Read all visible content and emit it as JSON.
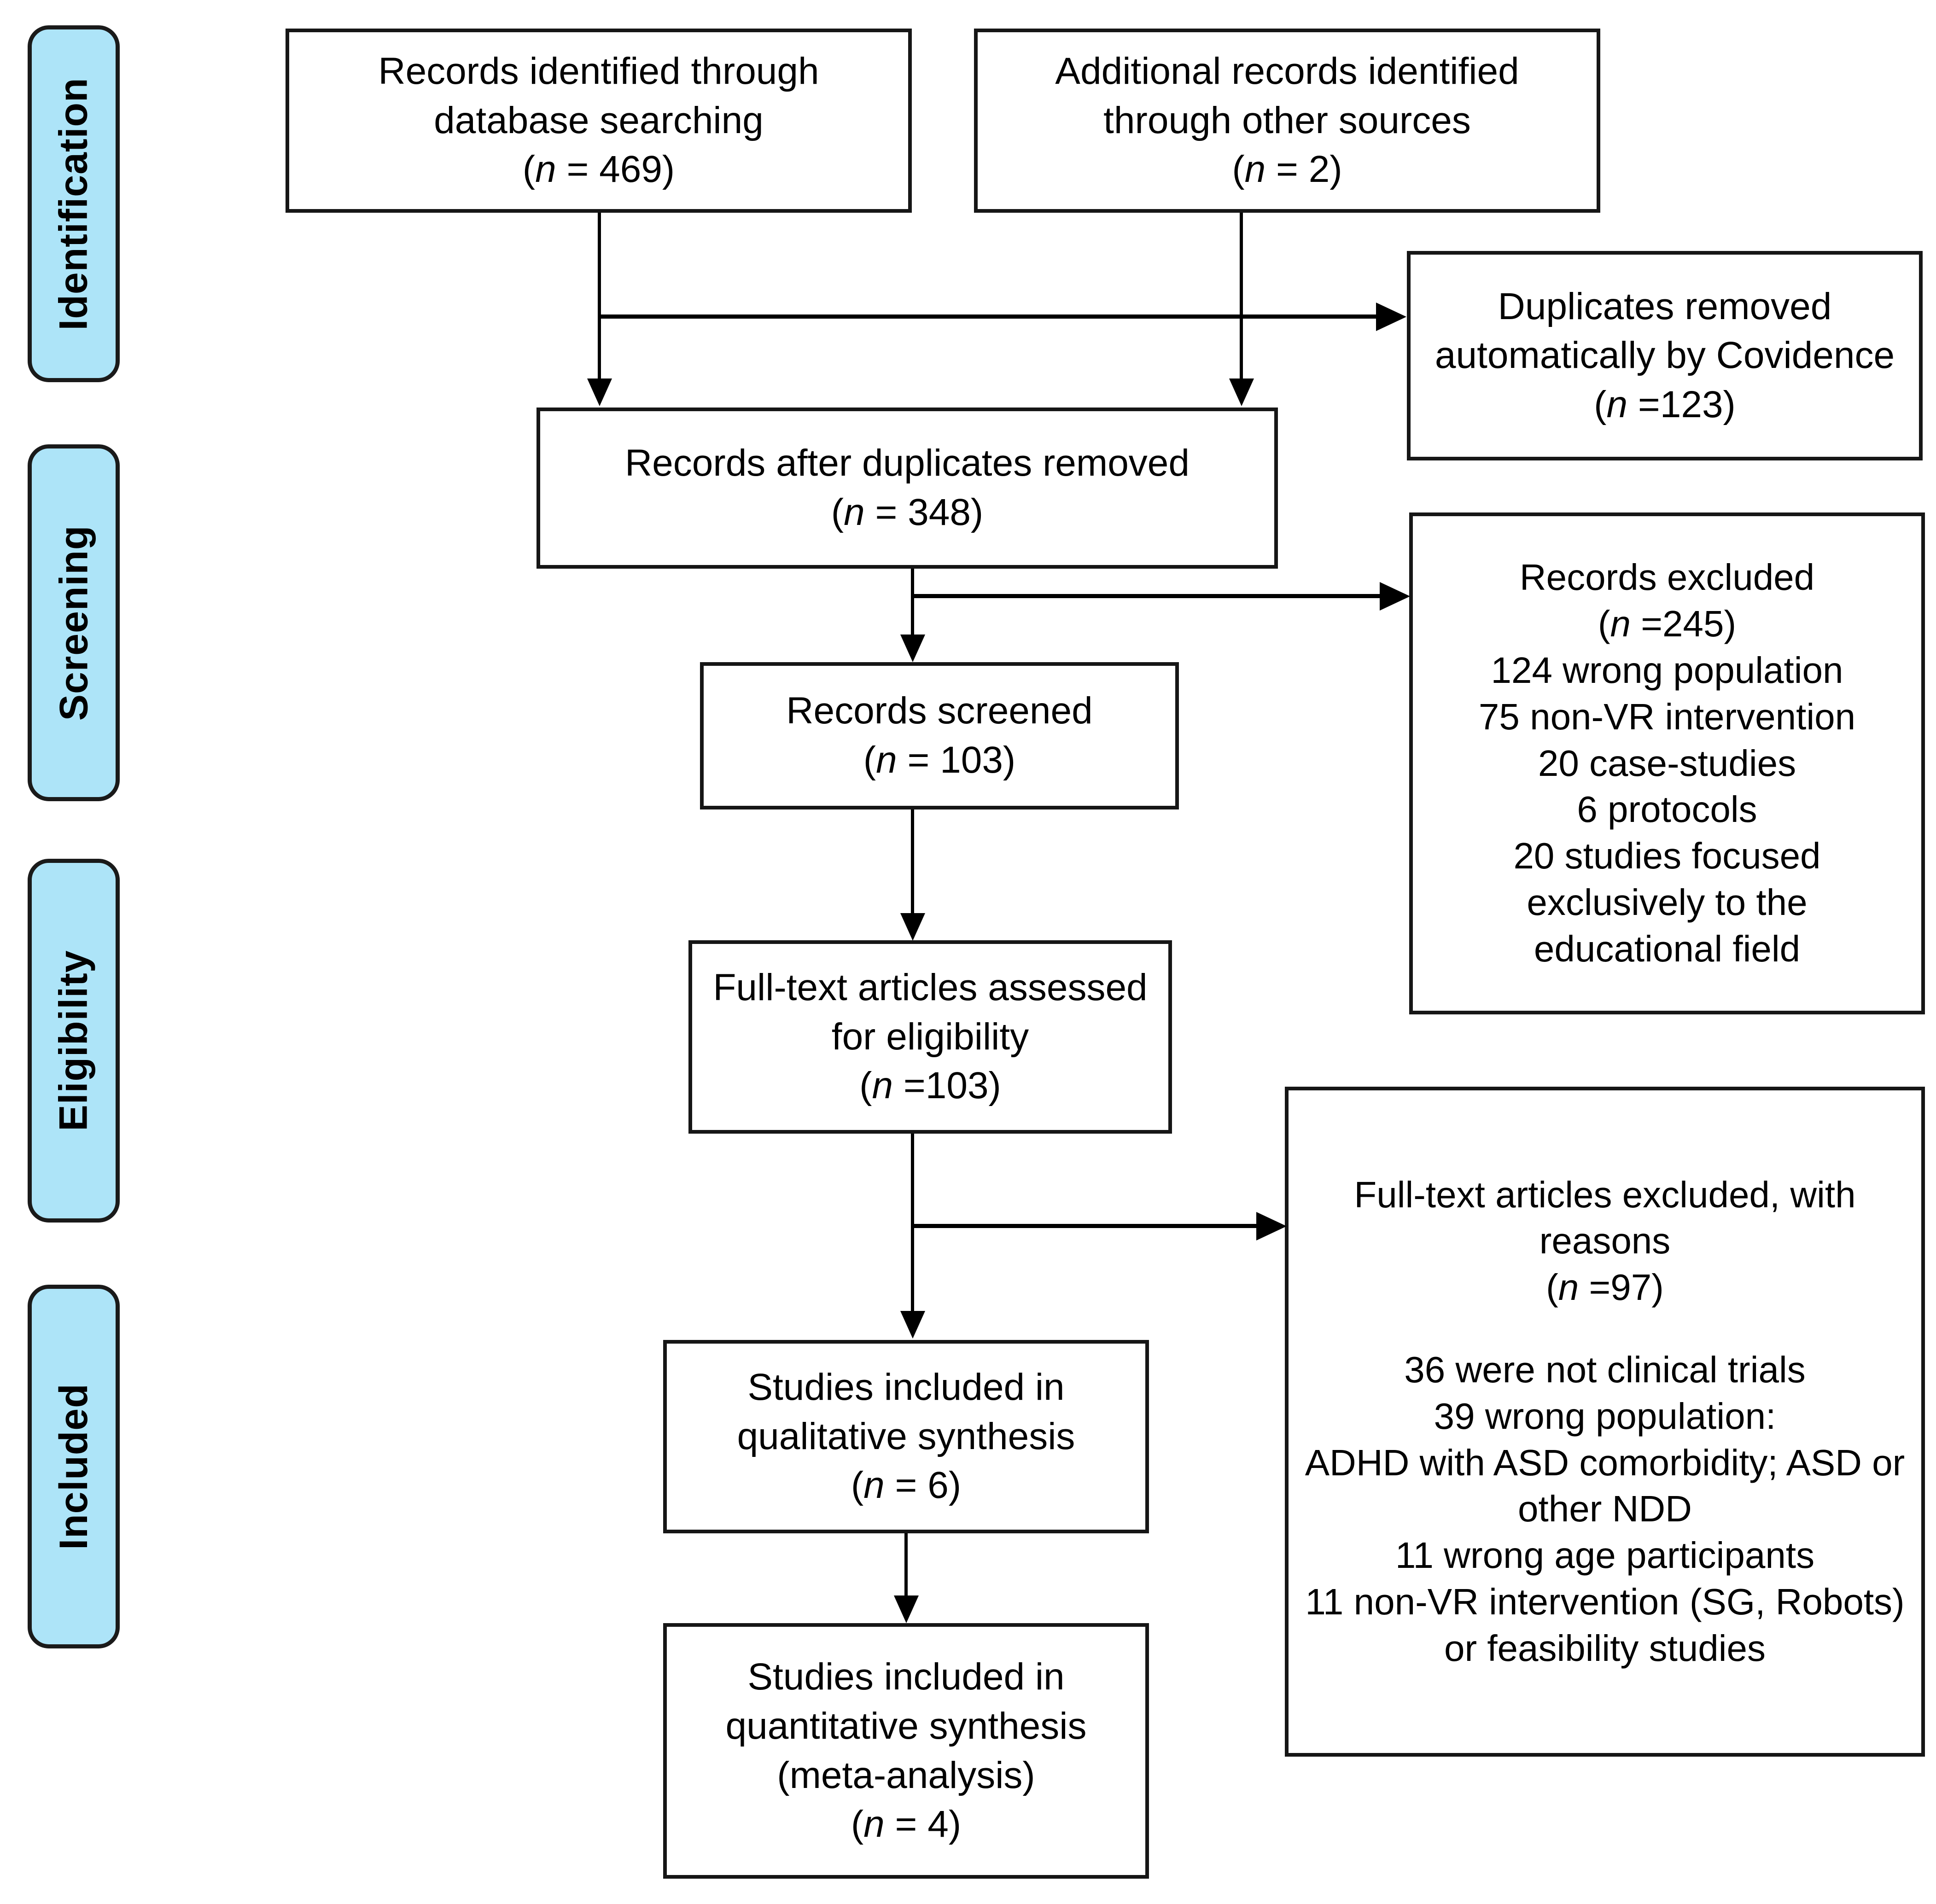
{
  "figure": {
    "type": "prisma-flow-diagram",
    "accent_blue": "#ade4f8",
    "line_color": "#000000"
  },
  "stages": [
    {
      "id": "identification",
      "label": "Identification"
    },
    {
      "id": "screening",
      "label": "Screening"
    },
    {
      "id": "eligibility",
      "label": "Eligibility"
    },
    {
      "id": "included",
      "label": "Included"
    }
  ],
  "boxes": {
    "database_search": {
      "line1": "Records identified through",
      "line2": "database searching",
      "count_open": "(",
      "count_n": "n",
      "count_rest": " = 469)"
    },
    "other_sources": {
      "line1": "Additional records identified",
      "line2": "through other sources",
      "count_open": "(",
      "count_n": "n",
      "count_rest": " = 2)"
    },
    "duplicates_removed": {
      "line1": "Duplicates removed",
      "line2": "automatically by Covidence",
      "count_open": "(",
      "count_n": "n",
      "count_rest": " =123)"
    },
    "after_duplicates": {
      "line1": "Records after duplicates removed",
      "count_open": "(",
      "count_n": "n",
      "count_rest": " = 348)"
    },
    "records_screened": {
      "line1": "Records screened",
      "count_open": "(",
      "count_n": "n",
      "count_rest": " = 103)"
    },
    "records_excluded": {
      "line1": "Records excluded",
      "count_open": "(",
      "count_n": "n",
      "count_rest": " =245)",
      "reason1": "124 wrong population",
      "reason2": "75 non-VR intervention",
      "reason3": "20 case-studies",
      "reason4": "6 protocols",
      "reason5": "20 studies focused",
      "reason6": "exclusively to the",
      "reason7": "educational field"
    },
    "fulltext_assessed": {
      "line1": "Full-text articles assessed",
      "line2": "for eligibility",
      "count_open": "(",
      "count_n": "n",
      "count_rest": " =103)"
    },
    "fulltext_excluded": {
      "line1": "Full-text articles excluded, with",
      "line2": "reasons",
      "count_open": "(",
      "count_n": "n",
      "count_rest": " =97)",
      "reason1": "36 were not clinical trials",
      "reason2": "39 wrong population:",
      "reason3": "ADHD with ASD comorbidity; ASD or",
      "reason4": "other NDD",
      "reason5": "11 wrong age participants",
      "reason6": "11 non-VR intervention (SG, Robots)",
      "reason7": "or feasibility studies"
    },
    "qualitative_synthesis": {
      "line1": "Studies included in",
      "line2": "qualitative synthesis",
      "count_open": "(",
      "count_n": "n",
      "count_rest": " = 6)"
    },
    "quantitative_synthesis": {
      "line1": "Studies included in",
      "line2": "quantitative synthesis",
      "line3": "(meta-analysis)",
      "count_open": "(",
      "count_n": "n",
      "count_rest": " = 4)"
    }
  }
}
